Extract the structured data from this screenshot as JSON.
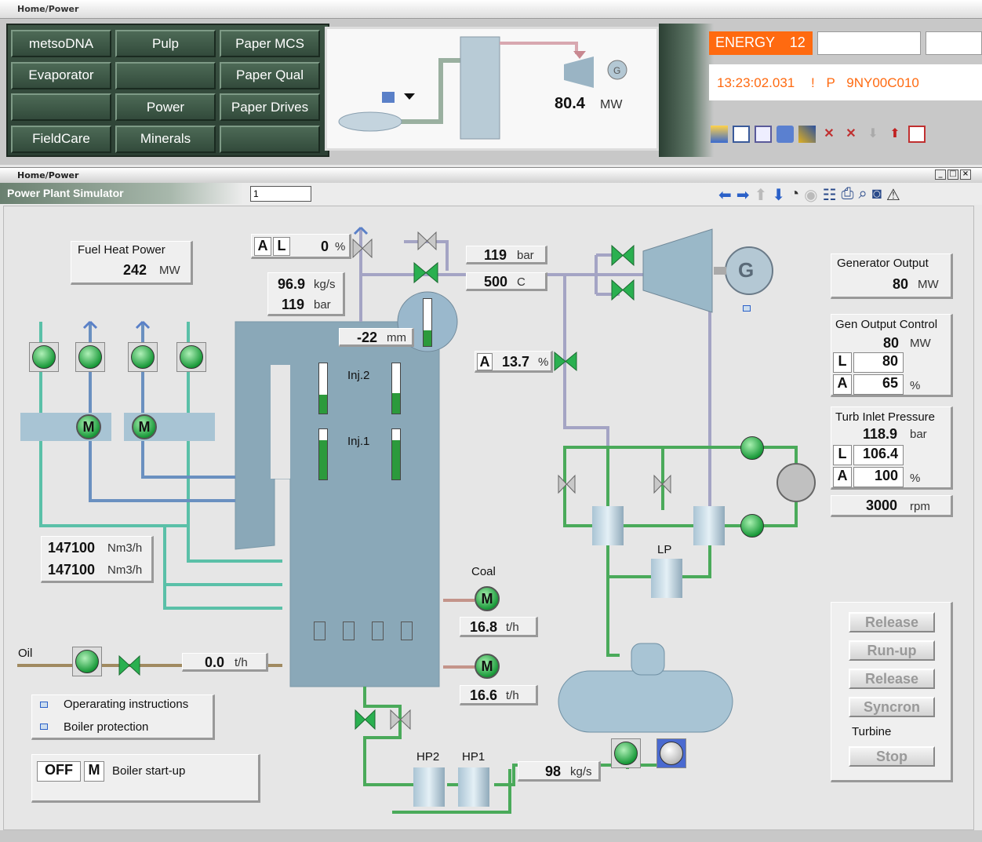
{
  "window1": {
    "title": "Home/Power"
  },
  "nav": {
    "buttons": [
      "metsoDNA",
      "Pulp",
      "Paper MCS",
      "Evaporator",
      "",
      "Paper Qual",
      "",
      "Power",
      "Paper Drives",
      "FieldCare",
      "Minerals",
      ""
    ]
  },
  "mini": {
    "power_value": "80.4",
    "power_unit": "MW",
    "gen_label": "G"
  },
  "alarm": {
    "energy_label": "ENERGY",
    "energy_count": "12",
    "time": "13:23:02.031",
    "flag": "!",
    "priority": "P",
    "tag": "9NY00C010"
  },
  "window2": {
    "title": "Home/Power",
    "subtitle": "Power Plant Simulator",
    "page_input": "1"
  },
  "fuel": {
    "title": "Fuel Heat Power",
    "value": "242",
    "unit": "MW"
  },
  "valve_ctrl": {
    "mode_a": "A",
    "mode_l": "L",
    "value": "0",
    "unit": "%"
  },
  "steam_flow": {
    "flow": "96.9",
    "flow_unit": "kg/s",
    "pressure": "119",
    "pressure_unit": "bar"
  },
  "drum_level": {
    "value": "-22",
    "unit": "mm"
  },
  "turbine_inlet": {
    "pressure": "119",
    "pressure_unit": "bar",
    "temp": "500",
    "temp_unit": "C"
  },
  "bypass": {
    "mode": "A",
    "value": "13.7",
    "unit": "%"
  },
  "boiler": {
    "inj2": "Inj.2",
    "inj1": "Inj.1"
  },
  "fans": {
    "motor_label": "M"
  },
  "air_flow": {
    "value1": "147100",
    "value2": "147100",
    "unit": "Nm3/h"
  },
  "coal": {
    "label": "Coal",
    "feeder1": "16.8",
    "feeder2": "16.6",
    "unit": "t/h",
    "motor": "M"
  },
  "oil": {
    "label": "Oil",
    "value": "0.0",
    "unit": "t/h"
  },
  "links": {
    "item1": "Operarating instructions",
    "item2": "Boiler protection"
  },
  "startup": {
    "state": "OFF",
    "mode": "M",
    "label": "Boiler start-up"
  },
  "feedwater": {
    "hp2": "HP2",
    "hp1": "HP1",
    "flow": "98",
    "unit": "kg/s",
    "lp": "LP"
  },
  "generator": {
    "title": "Generator Output",
    "value": "80",
    "unit": "MW",
    "label": "G"
  },
  "gen_ctrl": {
    "title": "Gen Output Control",
    "value": "80",
    "unit": "MW",
    "l_label": "L",
    "l_value": "80",
    "a_label": "A",
    "a_value": "65",
    "a_unit": "%"
  },
  "turb_pressure": {
    "title": "Turb Inlet Pressure",
    "value": "118.9",
    "unit": "bar",
    "l_label": "L",
    "l_value": "106.4",
    "a_label": "A",
    "a_value": "100",
    "a_unit": "%"
  },
  "speed": {
    "value": "3000",
    "unit": "rpm"
  },
  "turbine_ctrl": {
    "release1": "Release",
    "runup": "Run-up",
    "release2": "Release",
    "syncron": "Syncron",
    "label": "Turbine",
    "stop": "Stop"
  },
  "colors": {
    "steam": "#a0a0c0",
    "water": "#3aa05a",
    "air": "#5ac0a8",
    "flue": "#6a90c0",
    "oil": "#a08a60",
    "alarm_orange": "#ff6a10"
  }
}
